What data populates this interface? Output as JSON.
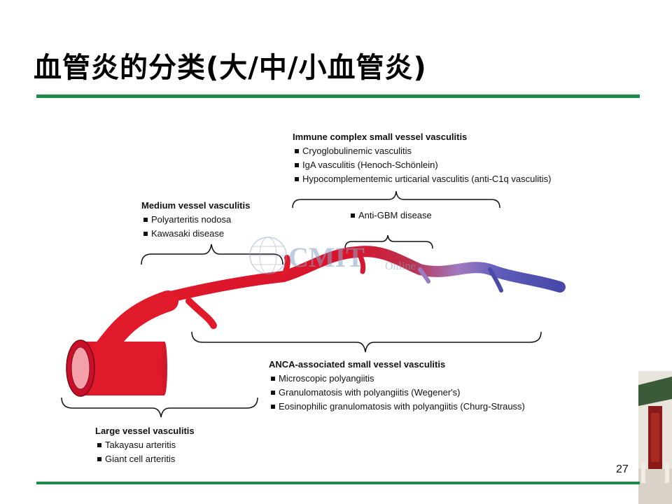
{
  "title": "血管炎的分类(大/中/小血管炎)",
  "page_number": "27",
  "watermark": {
    "main": "CMIT",
    "sub": "Online"
  },
  "groups": {
    "immune_complex": {
      "heading": "Immune complex small vessel vasculitis",
      "items": [
        "Cryoglobulinemic vasculitis",
        "IgA vasculitis (Henoch-Schönlein)",
        "Hypocomplementemic urticarial vasculitis (anti-C1q vasculitis)"
      ]
    },
    "anti_gbm": {
      "items": [
        "Anti-GBM disease"
      ]
    },
    "medium": {
      "heading": "Medium vessel vasculitis",
      "items": [
        "Polyarteritis nodosa",
        "Kawasaki disease"
      ]
    },
    "anca": {
      "heading": "ANCA-associated small vessel vasculitis",
      "items": [
        "Microscopic polyangiitis",
        "Granulomatosis with polyangiitis (Wegener's)",
        "Eosinophilic granulomatosis with polyangiitis (Churg-Strauss)"
      ]
    },
    "large": {
      "heading": "Large vessel vasculitis",
      "items": [
        "Takayasu arteritis",
        "Giant cell arteritis"
      ]
    }
  },
  "colors": {
    "rule": "#1f8a4c",
    "vessel_large": "#e01a2a",
    "vessel_small": "#4a4aa8",
    "watermark": "#8ba4c8"
  }
}
